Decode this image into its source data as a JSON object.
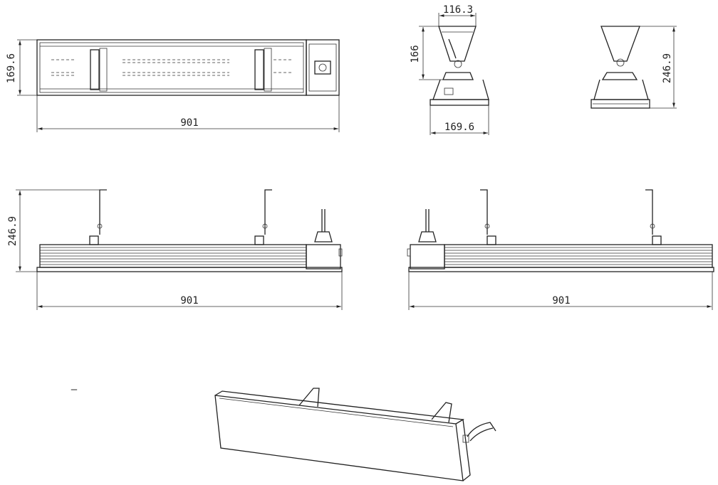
{
  "colors": {
    "line": "#222222",
    "background": "#ffffff"
  },
  "views": {
    "top_view": {
      "height_dim": "169.6",
      "length_dim": "901"
    },
    "side_view_left": {
      "width_top_dim": "116.3",
      "height_dim": "166",
      "width_bottom_dim": "169.6"
    },
    "side_view_right": {
      "height_dim": "246.9"
    },
    "front_view": {
      "height_dim": "246.9",
      "length_dim": "901"
    },
    "rear_view": {
      "length_dim": "901"
    },
    "isometric_view": {
      "label": "—"
    }
  }
}
